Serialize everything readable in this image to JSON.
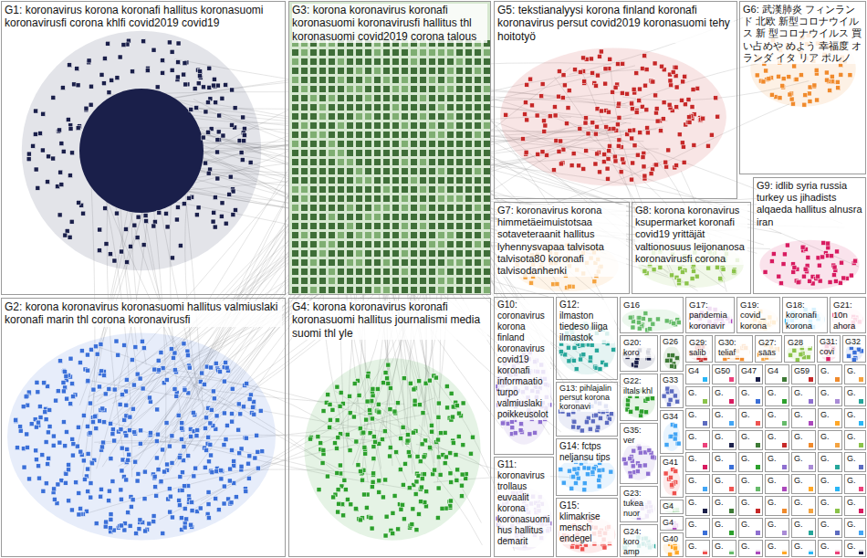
{
  "diagram": {
    "nodes": [
      {
        "text": [
          "G1: koronavirus korona koronafi hallitus koronasuomi koronavirusfi corona khlfi covid2019 covid19"
        ]
      },
      {
        "text": [
          "G3: korona koronavirus koronafi koronasuomi koronavirusfi hallitus thl koronasuomi covid2019 corona talous"
        ]
      },
      {
        "text": [
          "G5: tekstianalyysi korona finland koronafi koronavirus persut covid2019 koronasuomi tehy hoitotyö"
        ]
      },
      {
        "text": [
          "G6: 武漢肺炎 フィンランド 北欧 新型コロナウイルス 新 型コロナウイルス 買い占めや めよう 幸福度 オランダ イタ リア ポルノ"
        ]
      },
      {
        "text": [
          "G7: koronavirus korona himmetäeimuistotsaa sotaveteraanit hallitus lyhennysvapaa talvisota talvisota80 koronafi talvisodanhenki"
        ]
      },
      {
        "text": [
          "G8: korona koronavirus ksupermarket koronafi covid19 yrittäjät valtionosuus leijonanosa koronavirusfi corona"
        ]
      },
      {
        "text": [
          "G9: idlib syria russia turkey us jihadists alqaeda hallitus alnusra iran"
        ]
      },
      {
        "text": [
          "G2: korona koronavirus koronasuomi hallitus valmiuslaki koronafi marin thl corona koronavirusfi"
        ]
      },
      {
        "text": [
          "G4: korona koronavirus koronafi koronasuomi hallitus journalismi media suomi thl yle"
        ]
      },
      {
        "text": [
          "G10: coronavirus korona finland koronavirus covid19 koronafi informaatio turpo valmiuslaki poikkeusolot"
        ]
      },
      {
        "text": [
          "G11: koronavirus trollaus euvaalit korona koronasuomi hus hallitus demarit"
        ]
      },
      {
        "text": [
          "G12: ilmaston tiedeso liiga ilmastok"
        ]
      },
      {
        "text": [
          "G13: pihlajalin persut korona koronavi"
        ]
      },
      {
        "text": [
          "G14: fctps neljansu tips"
        ]
      },
      {
        "text": [
          "G15: klimakrise mensch endegel"
        ]
      },
      {
        "text": [
          "G16"
        ]
      },
      {
        "text": [
          "G17: pandemia koronavir"
        ]
      },
      {
        "text": [
          "G19: covid_ korona"
        ]
      },
      {
        "text": [
          "G18: koronafi korona"
        ]
      },
      {
        "text": [
          "G21: 10n ahora"
        ]
      },
      {
        "text": [
          "G20: koro"
        ]
      },
      {
        "text": [
          "G26"
        ]
      },
      {
        "text": [
          "G29: salib"
        ]
      },
      {
        "text": [
          "G30: teliaf"
        ]
      },
      {
        "text": [
          "G27: sääs"
        ]
      },
      {
        "text": [
          "G28"
        ]
      },
      {
        "text": [
          "G31: covi"
        ]
      },
      {
        "text": [
          "G32"
        ]
      },
      {
        "text": [
          "G22: iltals khl"
        ]
      },
      {
        "text": [
          "G35: ver"
        ]
      },
      {
        "text": [
          "G23: tukea nuor"
        ]
      },
      {
        "text": [
          "G24: koro amp"
        ]
      },
      {
        "text": [
          "G33"
        ]
      },
      {
        "text": [
          "G34"
        ]
      },
      {
        "text": [
          "G41"
        ]
      },
      {
        "text": [
          "G4"
        ]
      },
      {
        "text": [
          "G4"
        ]
      },
      {
        "text": [
          "G40"
        ]
      },
      {
        "text": [
          "G4"
        ]
      },
      {
        "text": [
          "G50"
        ]
      },
      {
        "text": [
          "G47"
        ]
      },
      {
        "text": [
          "G4"
        ]
      },
      {
        "text": [
          "G59"
        ]
      },
      {
        "text": [
          "G."
        ]
      },
      {
        "text": [
          "G."
        ]
      },
      {
        "text": [
          "G."
        ]
      },
      {
        "text": [
          "G."
        ]
      },
      {
        "text": [
          "G."
        ]
      },
      {
        "text": [
          "G."
        ]
      },
      {
        "text": [
          "G."
        ]
      },
      {
        "text": [
          "G."
        ]
      },
      {
        "text": [
          "G."
        ]
      },
      {
        "text": [
          "G."
        ]
      },
      {
        "text": [
          "G."
        ]
      },
      {
        "text": [
          "G."
        ]
      },
      {
        "text": [
          "G."
        ]
      },
      {
        "text": [
          "G."
        ]
      },
      {
        "text": [
          "G."
        ]
      },
      {
        "text": [
          "G."
        ]
      },
      {
        "text": [
          "G."
        ]
      },
      {
        "text": [
          "G."
        ]
      },
      {
        "text": [
          "G."
        ]
      },
      {
        "text": [
          "G."
        ]
      },
      {
        "text": [
          "G."
        ]
      },
      {
        "text": [
          "G."
        ]
      },
      {
        "text": [
          "G."
        ]
      },
      {
        "text": [
          "G."
        ]
      },
      {
        "text": [
          "G."
        ]
      },
      {
        "text": [
          "G."
        ]
      },
      {
        "text": [
          "G."
        ]
      },
      {
        "text": [
          "G."
        ]
      },
      {
        "text": [
          "G."
        ]
      },
      {
        "text": [
          "G."
        ]
      },
      {
        "text": [
          "G."
        ]
      },
      {
        "text": [
          "G."
        ]
      },
      {
        "text": [
          "G."
        ]
      },
      {
        "text": [
          "G."
        ]
      },
      {
        "text": [
          "G."
        ]
      },
      {
        "text": [
          "G."
        ]
      },
      {
        "text": [
          "G."
        ]
      },
      {
        "text": [
          "G."
        ]
      },
      {
        "text": [
          "G."
        ]
      },
      {
        "text": [
          "G."
        ]
      },
      {
        "text": [
          "G."
        ]
      },
      {
        "text": [
          "G."
        ]
      },
      {
        "text": [
          "G."
        ]
      },
      {
        "text": [
          "G."
        ]
      },
      {
        "text": [
          "G."
        ]
      },
      {
        "text": [
          "G."
        ]
      },
      {
        "text": [
          "G."
        ]
      },
      {
        "text": [
          "G."
        ]
      },
      {
        "text": [
          "G."
        ]
      },
      {
        "text": [
          "G."
        ]
      },
      {
        "text": [
          "G."
        ]
      },
      {
        "text": [
          "G."
        ]
      },
      {
        "text": [
          "G."
        ]
      },
      {
        "text": [
          "G."
        ]
      },
      {
        "text": [
          "G."
        ]
      },
      {
        "text": [
          "G."
        ]
      },
      {
        "text": [
          "G."
        ]
      },
      {
        "text": [
          "G."
        ]
      }
    ]
  }
}
